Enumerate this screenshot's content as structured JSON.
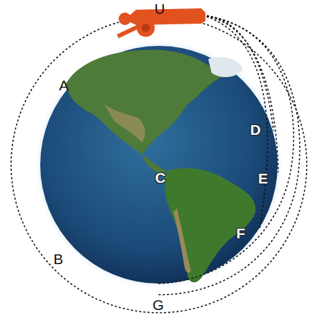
{
  "diagram": {
    "labels": [
      "U",
      "A",
      "C",
      "D",
      "E",
      "F",
      "B",
      "G"
    ]
  }
}
